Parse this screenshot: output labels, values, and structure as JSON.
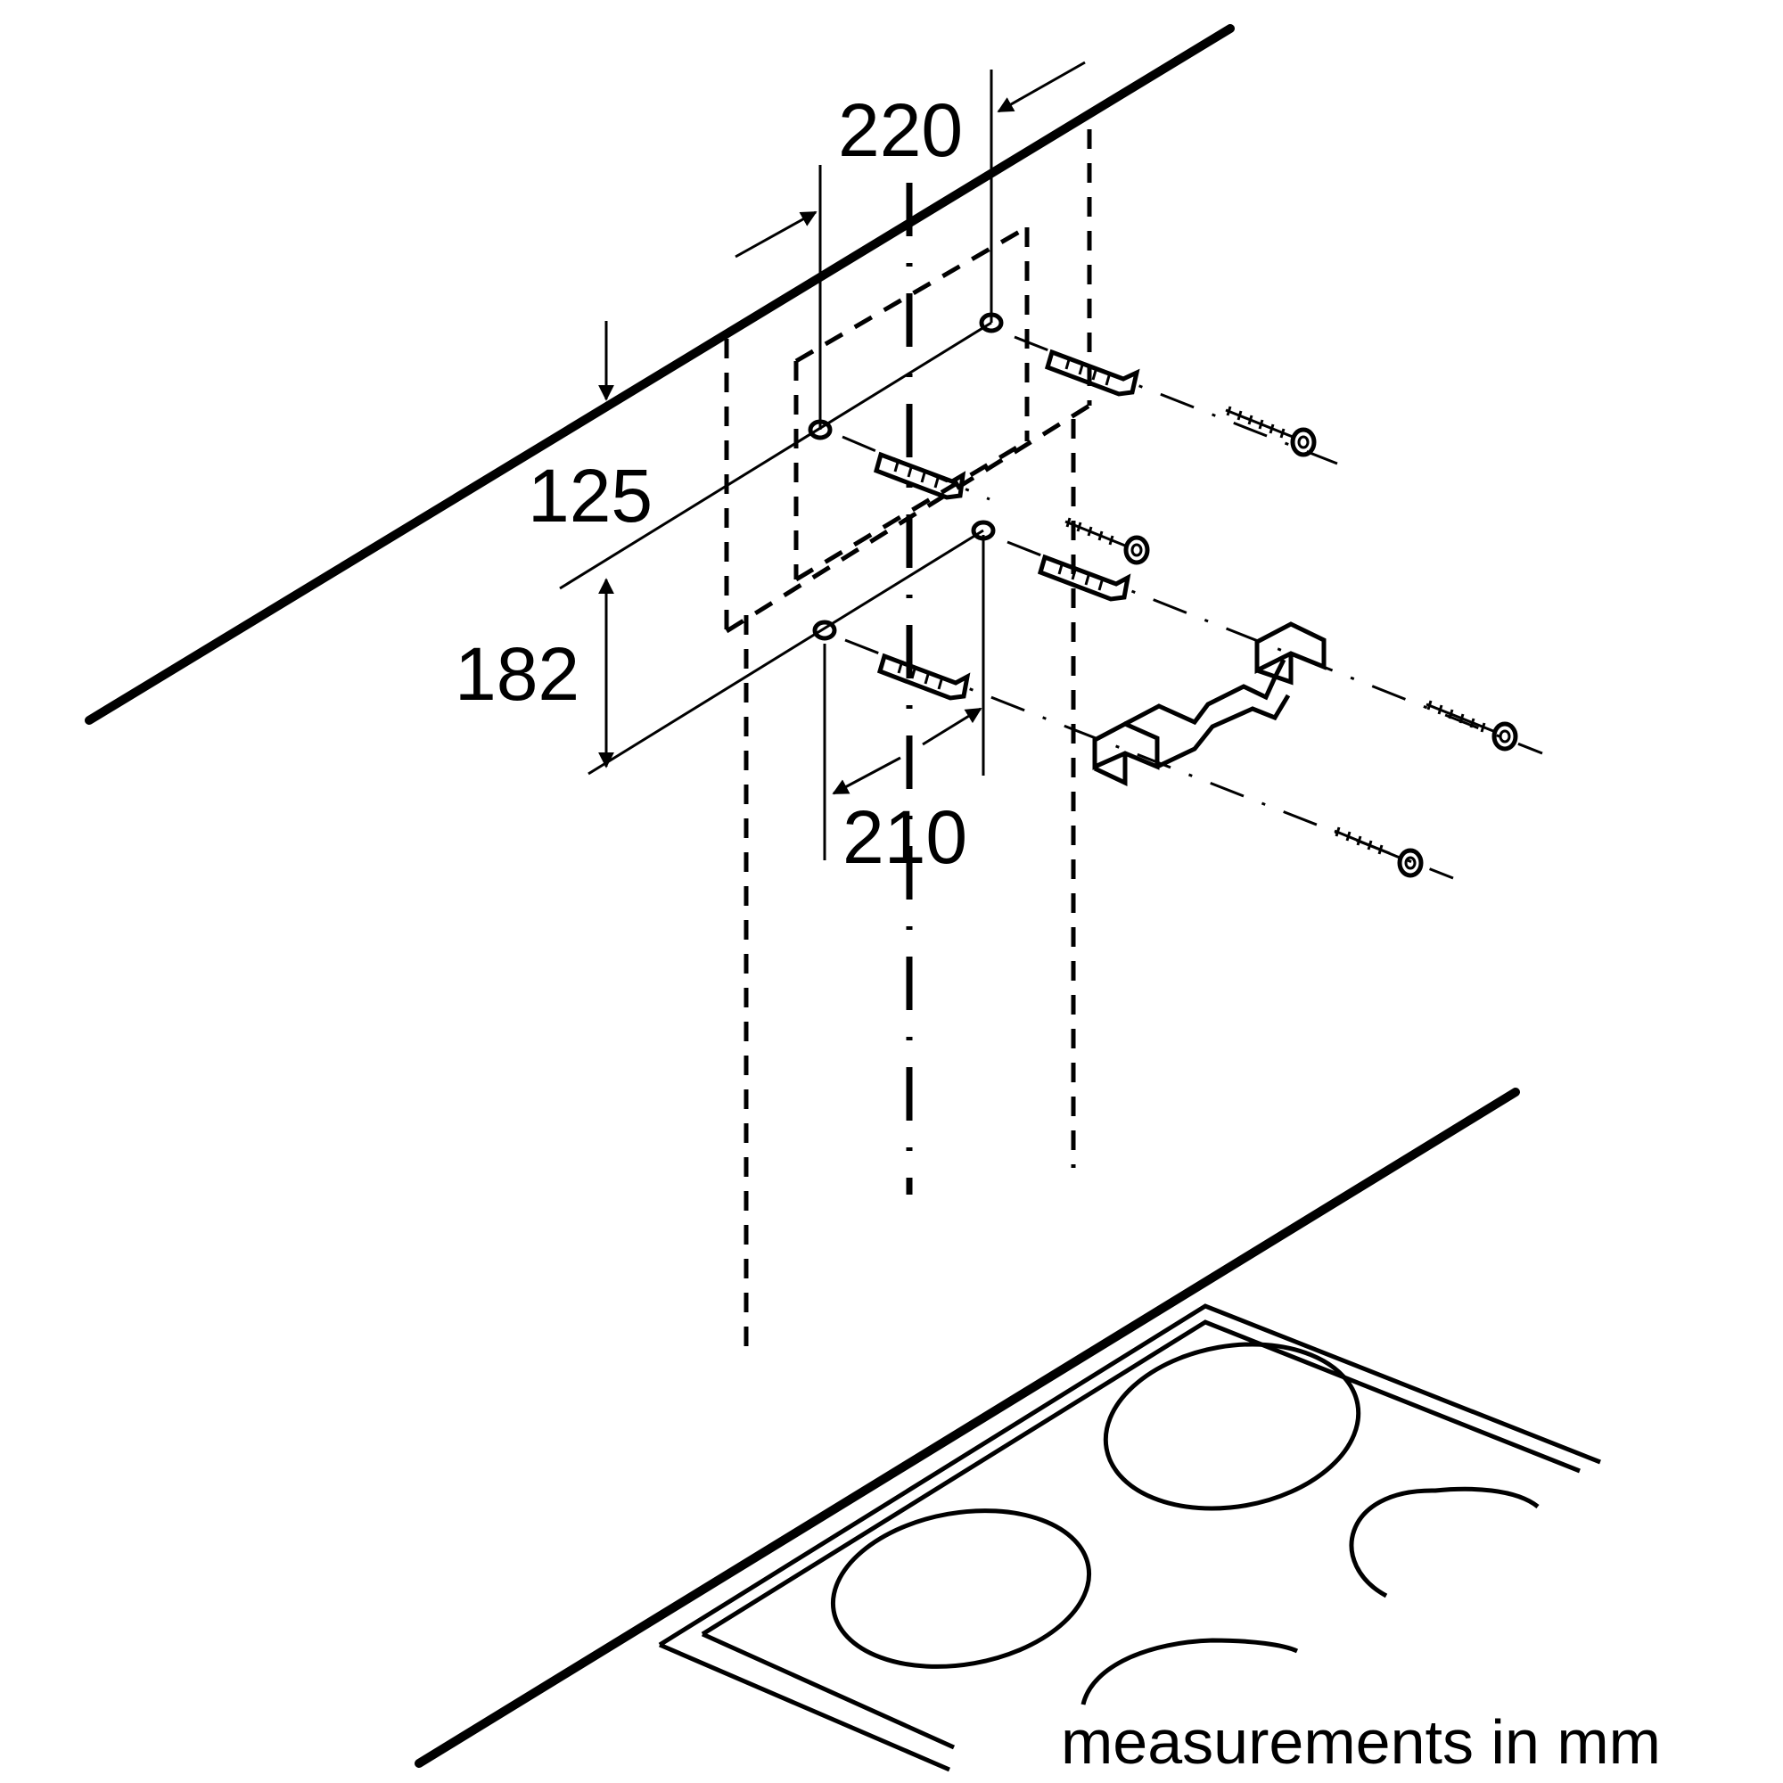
{
  "dimensions": {
    "d220": "220",
    "d125": "125",
    "d182": "182",
    "d210": "210"
  },
  "caption": "measurements in mm",
  "colors": {
    "line": "#000000",
    "background": "#ffffff"
  }
}
